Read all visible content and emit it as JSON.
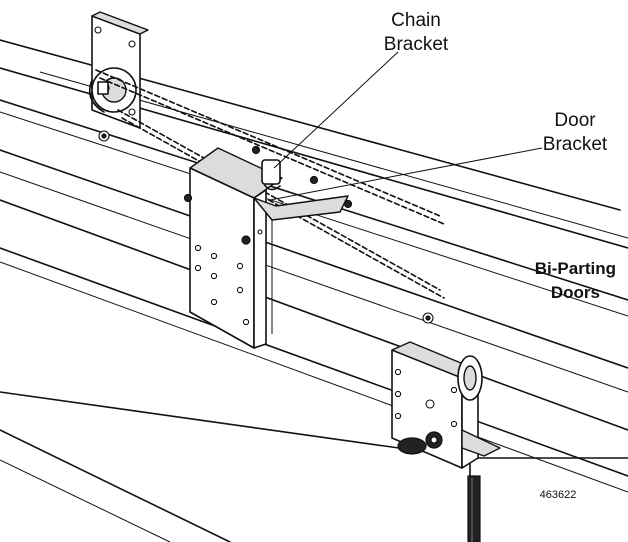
{
  "labels": {
    "chain_bracket_line1": "Chain",
    "chain_bracket_line2": "Bracket",
    "door_bracket_line1": "Door",
    "door_bracket_line2": "Bracket",
    "bi_parting_line1": "Bi-Parting",
    "bi_parting_line2": "Doors",
    "figure_number": "463622"
  }
}
